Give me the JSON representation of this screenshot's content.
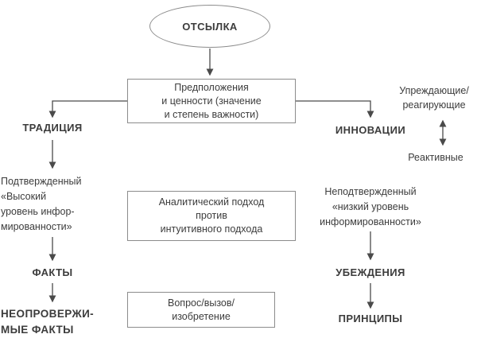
{
  "diagram": {
    "reference": {
      "label": "ОТСЫЛКА"
    },
    "assumptions": {
      "lines": [
        "Предположения",
        "и ценности (значение",
        "и степень важности)"
      ]
    },
    "tradition": {
      "label": "ТРАДИЦИЯ"
    },
    "innovation": {
      "label": "ИННОВАЦИИ"
    },
    "preemptive_reactive": {
      "lines": [
        "Упреждающие/",
        "реагирующие"
      ]
    },
    "reactive": {
      "label": "Реактивные"
    },
    "confirmed": {
      "lines": [
        "Подтвержденный",
        "«Высокий",
        "уровень инфор-",
        "мированности»"
      ]
    },
    "analytical": {
      "lines": [
        "Аналитический подход",
        "против",
        "интуитивного подхода"
      ]
    },
    "unconfirmed": {
      "lines": [
        "Неподтвержденный",
        "«низкий уровень",
        "информированности»"
      ]
    },
    "facts": {
      "label": "ФАКТЫ"
    },
    "beliefs": {
      "label": "УБЕЖДЕНИЯ"
    },
    "irrefutable_facts": {
      "lines": [
        "НЕОПРОВЕРЖИ-",
        "МЫЕ ФАКТЫ"
      ]
    },
    "question": {
      "lines": [
        "Вопрос/вызов/",
        "изобретение"
      ]
    },
    "principles": {
      "label": "ПРИНЦИПЫ"
    },
    "colors": {
      "text": "#3c3c3c",
      "border": "#8c8c8c",
      "arrow": "#4a4a4a"
    }
  }
}
